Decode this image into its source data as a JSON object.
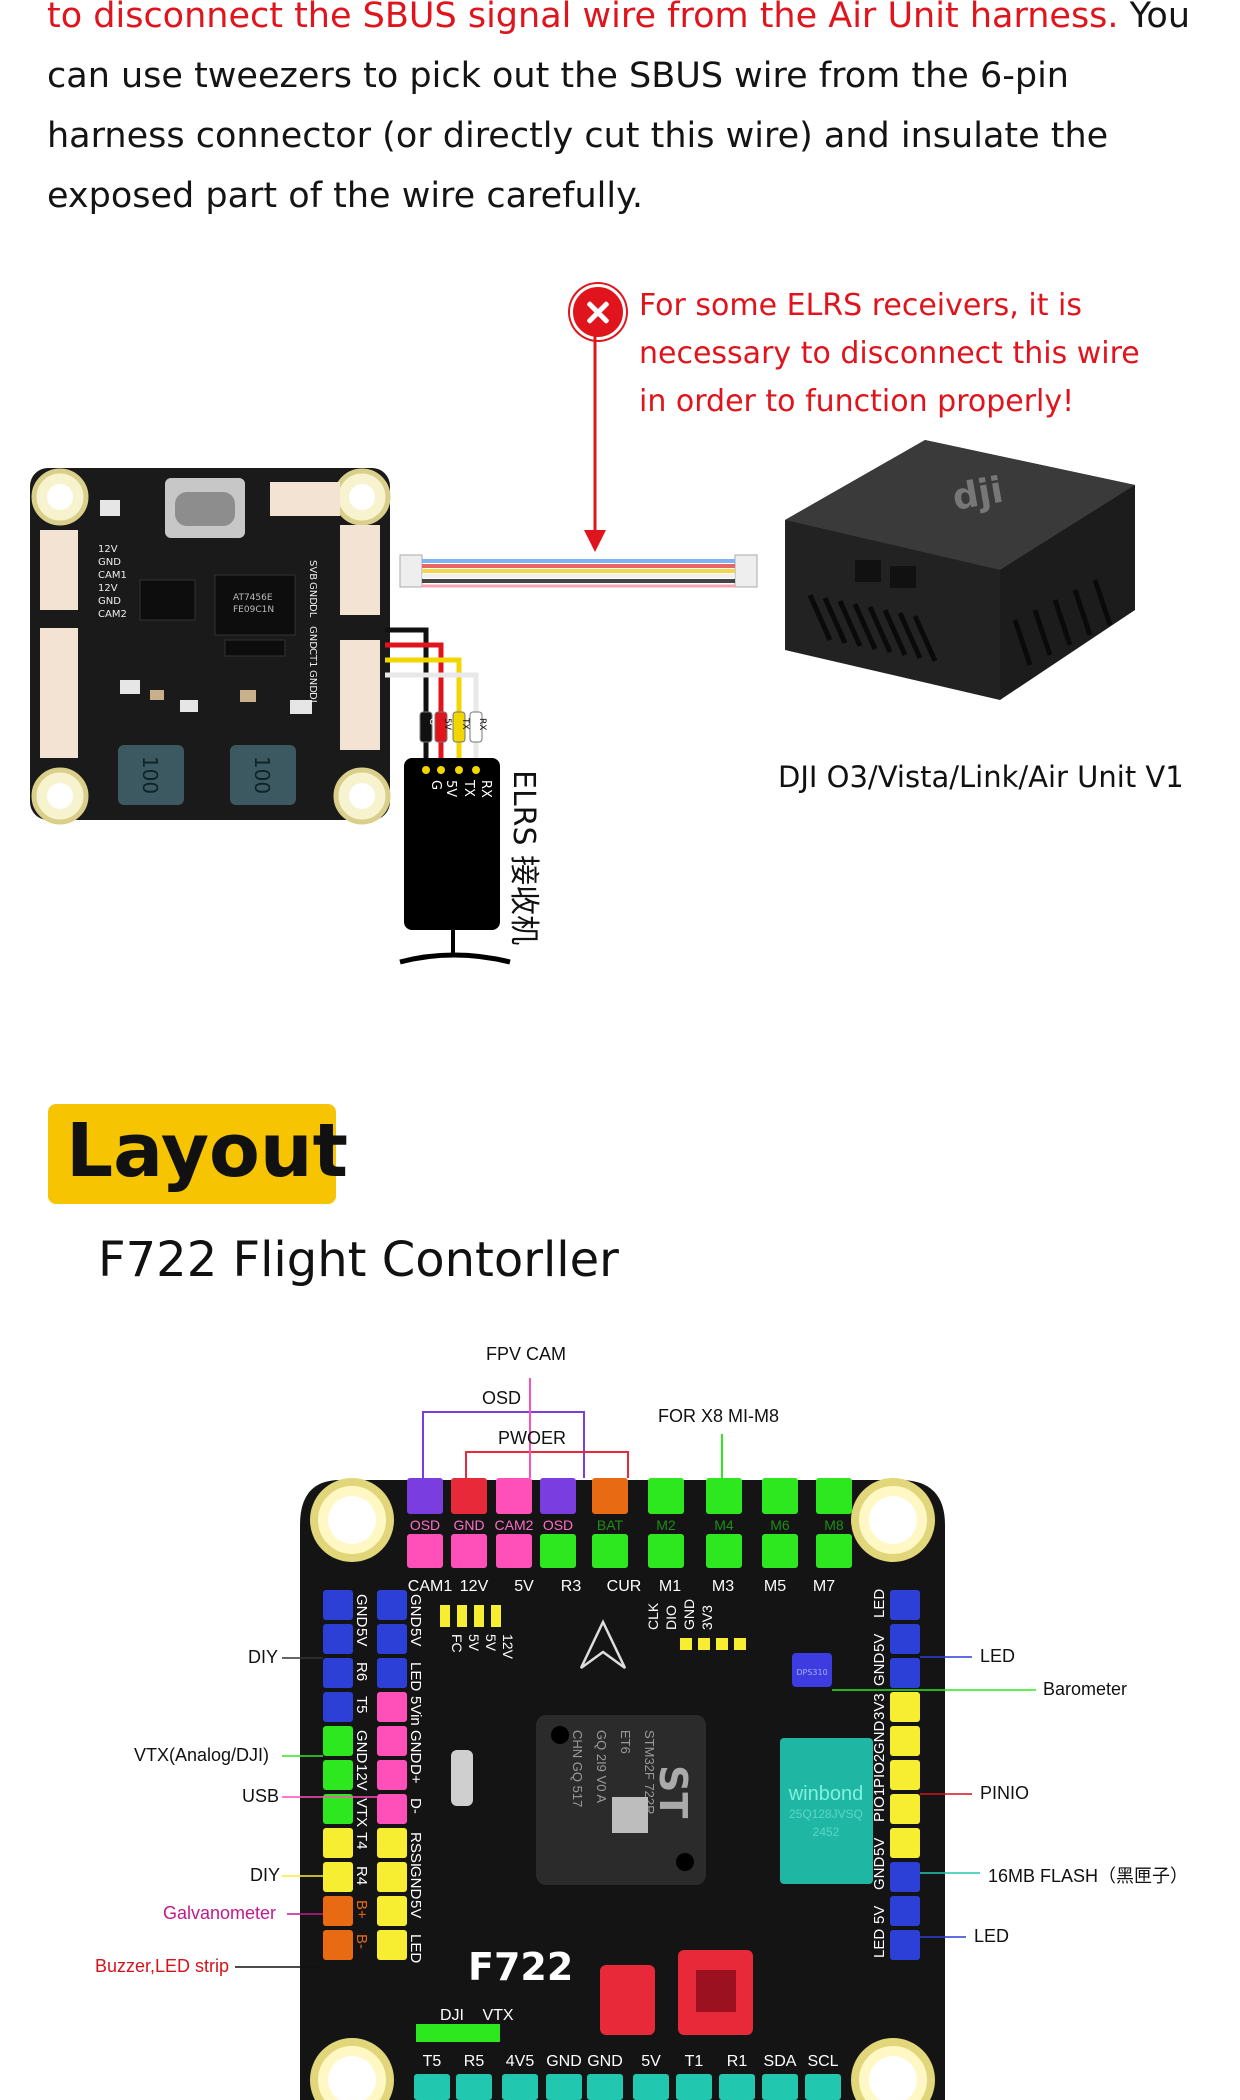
{
  "intro": {
    "red_part": "to disconnect the SBUS signal wire from the Air Unit harness.",
    "rest": " You can use tweezers to pick out the SBUS wire from the 6-pin harness connector (or directly cut this wire) and insulate the exposed part of the wire carefully."
  },
  "warning": {
    "icon": "x-circle-icon",
    "text": "For some ELRS receivers, it is necessary to disconnect this wire in order to function properly!"
  },
  "wiring": {
    "air_unit_label": "DJI O3/Vista/Link/Air Unit V1",
    "receiver_label": "ELRS 接收机",
    "receiver_pins": [
      "G",
      "5V",
      "TX",
      "RX"
    ],
    "wire_tags": [
      "G",
      "5V",
      "TX",
      "RX"
    ],
    "wire_colors": [
      "#111111",
      "#e0141c",
      "#f2d600",
      "#ffffff"
    ],
    "board_left_labels": [
      "12V",
      "GND",
      "CAM1",
      "12V",
      "GND",
      "CAM2"
    ],
    "board_right_labels": [
      "SVB",
      "GND",
      "DL",
      "GND",
      "CT1",
      "GND",
      "DL"
    ],
    "chip_text": [
      "AT7456E",
      "FE09C1N"
    ],
    "inductor_marks": [
      "100",
      "100"
    ]
  },
  "layout": {
    "badge": "Layout",
    "title": "F722 Flight Contorller"
  },
  "fc": {
    "top_callouts": [
      "FPV CAM",
      "OSD",
      "PWOER",
      "FOR X8 MI-M8"
    ],
    "top_pads_upper": [
      "OSD",
      "GND",
      "CAM2",
      "OSD",
      "BAT",
      "M2",
      "M4",
      "M6",
      "M8"
    ],
    "top_pads_lower": [
      "CAM1",
      "12V",
      "5V",
      "R3",
      "CUR",
      "M1",
      "M3",
      "M5",
      "M7"
    ],
    "left_col1": [
      "GND",
      "5V",
      "R6",
      "T5",
      "GND",
      "12V",
      "VTX",
      "T4",
      "R4",
      "B+",
      "B-"
    ],
    "left_col2": [
      "GND",
      "5V",
      "LED",
      "5Vin",
      "GND",
      "D+",
      "D-",
      "RSSI",
      "GND",
      "5V",
      "LED"
    ],
    "inner_top": [
      "FC",
      "5V",
      "5V",
      "12V"
    ],
    "inner_i2c": [
      "CLK",
      "DIO",
      "GND",
      "3V3"
    ],
    "right_col": [
      "LED",
      "5V",
      "GND",
      "3V3",
      "GND",
      "PIO2",
      "PIO1",
      "5V",
      "GND",
      "5V",
      "LED"
    ],
    "bottom_pads": [
      "T5",
      "R5",
      "4V5",
      "GND",
      "GND",
      "5V",
      "T1",
      "R1",
      "SDA",
      "SCL"
    ],
    "bottom_callouts": [
      "DJI",
      "VTX"
    ],
    "left_callouts": [
      "DIY",
      "VTX(Analog/DJI)",
      "USB",
      "DIY",
      "Galvanometer",
      "Buzzer,LED strip"
    ],
    "right_callouts": [
      "LED",
      "Barometer",
      "PINIO",
      "16MB  FLASH（黑匣子）",
      "LED"
    ],
    "mcu_text": [
      "STM32F 722R",
      "ET6",
      "GQ 2I9 V0 A",
      "CHN GQ 517"
    ],
    "flash_text": [
      "winbond",
      "25Q128JVSQ",
      "2452"
    ],
    "baro_text": [
      "DPS310"
    ],
    "board_name": "F722",
    "colors": {
      "purple": "#7a3de0",
      "red": "#e8293a",
      "pink": "#ff4fb8",
      "green": "#2ee81f",
      "orange": "#e86a12",
      "blue": "#2c3fd6",
      "yellow": "#f7ee32",
      "teal": "#22c7b0",
      "board": "#141414"
    }
  }
}
